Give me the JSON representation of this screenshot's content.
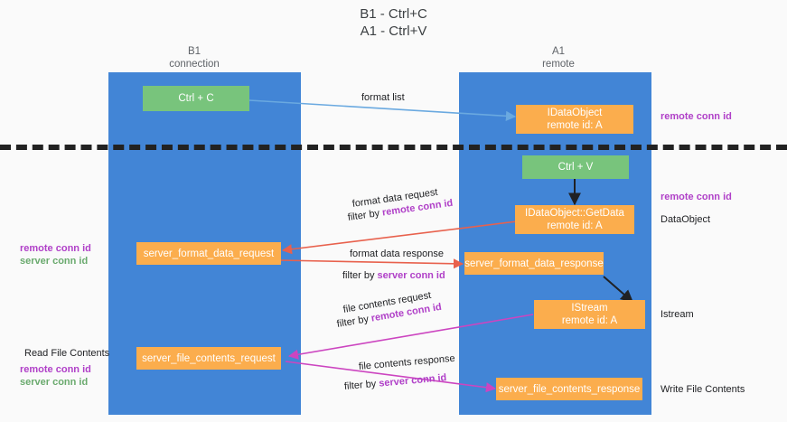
{
  "title": "B1 - Ctrl+C\nA1 - Ctrl+V",
  "columns": [
    {
      "name": "B1",
      "sub": "connection"
    },
    {
      "name": "A1",
      "sub": "remote"
    }
  ],
  "nodes": {
    "ctrl_c": "Ctrl + C",
    "ctrl_v": "Ctrl + V",
    "idataobject_title": "IDataObject",
    "idataobject_sub": "remote id: A",
    "getdata_title": "IDataObject::GetData",
    "getdata_sub": "remote id: A",
    "istream_title": "IStream",
    "istream_sub": "remote id: A",
    "server_format_data_request": "server_format_data_request",
    "server_format_data_response": "server_format_data_response",
    "server_file_contents_request": "server_file_contents_request",
    "server_file_contents_response": "server_file_contents_response"
  },
  "edges": {
    "format_list": "format list",
    "format_data_request": "format data request",
    "format_data_request_filter_prefix": "filter by ",
    "format_data_request_filter_key": "remote conn id",
    "format_data_response": "format data response",
    "format_data_response_filter_prefix": "filter by ",
    "format_data_response_filter_key": "server conn id",
    "file_contents_request": "file contents request",
    "file_contents_request_filter_prefix": "filter by ",
    "file_contents_request_filter_key": "remote conn id",
    "file_contents_response": "file contents response",
    "file_contents_response_filter_prefix": "filter by ",
    "file_contents_response_filter_key": "server conn id"
  },
  "annotations": {
    "right_remote_conn_id_top": "remote conn id",
    "right_remote_conn_id_mid": "remote conn id",
    "right_dataobject": "DataObject",
    "right_istream": "Istream",
    "right_write_file_contents": "Write File Contents",
    "left_remote_conn_id": "remote conn id",
    "left_server_conn_id": "server conn id",
    "left_read_file_contents": "Read File Contents",
    "left_remote_conn_id_2": "remote conn id",
    "left_server_conn_id_2": "server conn id"
  },
  "colors": {
    "lane": "#4285d6",
    "green_node": "#78c47c",
    "orange_node": "#fbad4d",
    "accent_purple": "#b040c8",
    "accent_green": "#5aab5e",
    "arrow_blue": "#6aa9e0",
    "arrow_red": "#e8614d",
    "arrow_magenta": "#cc45c0",
    "arrow_black": "#202124",
    "background": "#fafafa"
  }
}
